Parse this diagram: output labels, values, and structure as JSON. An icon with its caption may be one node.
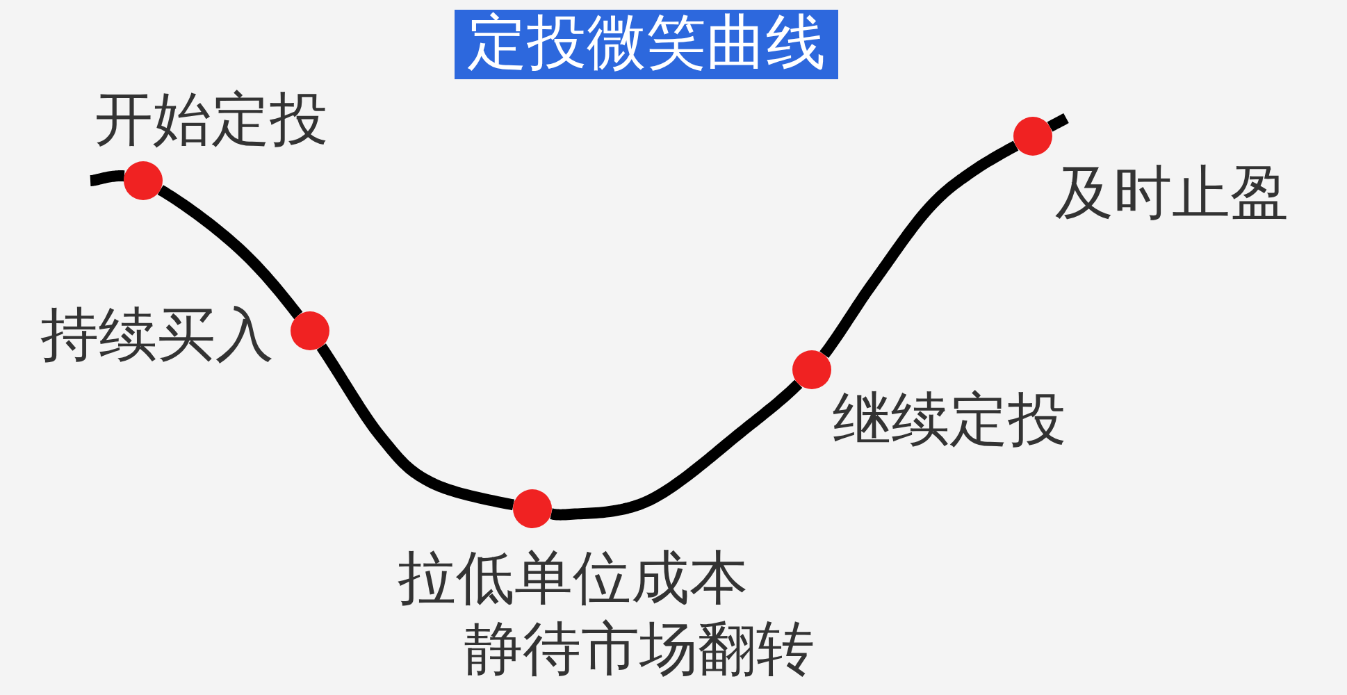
{
  "diagram": {
    "title": "定投微笑曲线",
    "nodes": [
      {
        "text": [],
        "shape": "circle",
        "beside": [
          "开始定投"
        ]
      },
      {
        "text": [],
        "shape": "circle",
        "beside": [
          "持续买入"
        ]
      },
      {
        "text": [],
        "shape": "circle",
        "beside": [
          "拉低单位成本",
          "静待市场翻转"
        ]
      },
      {
        "text": [],
        "shape": "circle",
        "beside": [
          "继续定投"
        ]
      },
      {
        "text": [],
        "shape": "circle",
        "beside": [
          "及时止盈"
        ]
      }
    ],
    "edges": [
      {
        "from": 0,
        "to": 1,
        "arrow": "none"
      },
      {
        "from": 1,
        "to": 2,
        "arrow": "none"
      },
      {
        "from": 2,
        "to": 3,
        "arrow": "none"
      },
      {
        "from": 3,
        "to": 4,
        "arrow": "none"
      }
    ]
  }
}
